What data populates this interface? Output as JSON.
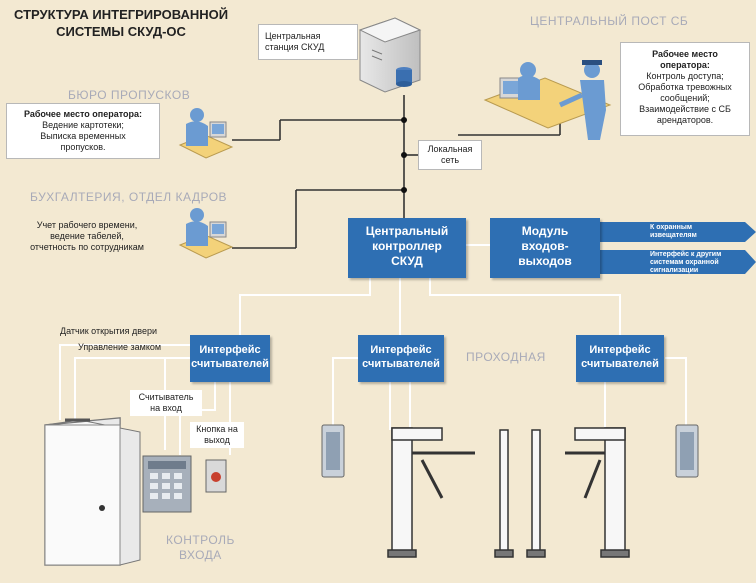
{
  "title": [
    "СТРУКТУРА ИНТЕГРИРОВАННОЙ",
    "СИСТЕМЫ СКУД-ОС"
  ],
  "central_station": [
    "Центральная",
    "станция СКУД"
  ],
  "central_post": {
    "heading": "ЦЕНТРАЛЬНЫЙ ПОСТ СБ",
    "workplace_title": [
      "Рабочее место",
      "оператора:"
    ],
    "workplace_items": [
      "Контроль доступа;",
      "Обработка тревожных",
      "сообщений;",
      "Взаимодействие с СБ",
      "арендаторов."
    ]
  },
  "pass_office": {
    "heading": "БЮРО ПРОПУСКОВ",
    "workplace_title": "Рабочее место оператора:",
    "workplace_items": [
      "Ведение картотеки;",
      "Выписка временных",
      "пропусков."
    ]
  },
  "local_network": [
    "Локальная",
    "сеть"
  ],
  "accounting": {
    "heading": "БУХГАЛТЕРИЯ, ОТДЕЛ КАДРОВ",
    "text": [
      "Учет рабочего времени,",
      "ведение табелей,",
      "отчетность по сотрудникам"
    ]
  },
  "central_controller": [
    "Центральный",
    "контроллер",
    "СКУД"
  ],
  "io_module": [
    "Модуль",
    "входов-",
    "выходов"
  ],
  "io_outputs": [
    [
      "К охранным",
      "извещателям"
    ],
    [
      "Интерфейс к другим",
      "системам охранной",
      "сигнализации"
    ]
  ],
  "reader_interface": [
    "Интерфейс",
    "считывателей"
  ],
  "entrance": {
    "door_sensor": "Датчик открытия двери",
    "lock_control": "Управление замком",
    "entry_reader": [
      "Считыватель",
      "на вход"
    ],
    "exit_button": [
      "Кнопка на",
      "выход"
    ],
    "caption": [
      "КОНТРОЛЬ",
      "ВХОДА"
    ]
  },
  "turnstile_label": "ПРОХОДНАЯ",
  "colors": {
    "background": "#f3e9d2",
    "blue": "#2e6fb3",
    "line": "#333333",
    "section": "#a8aab8"
  }
}
